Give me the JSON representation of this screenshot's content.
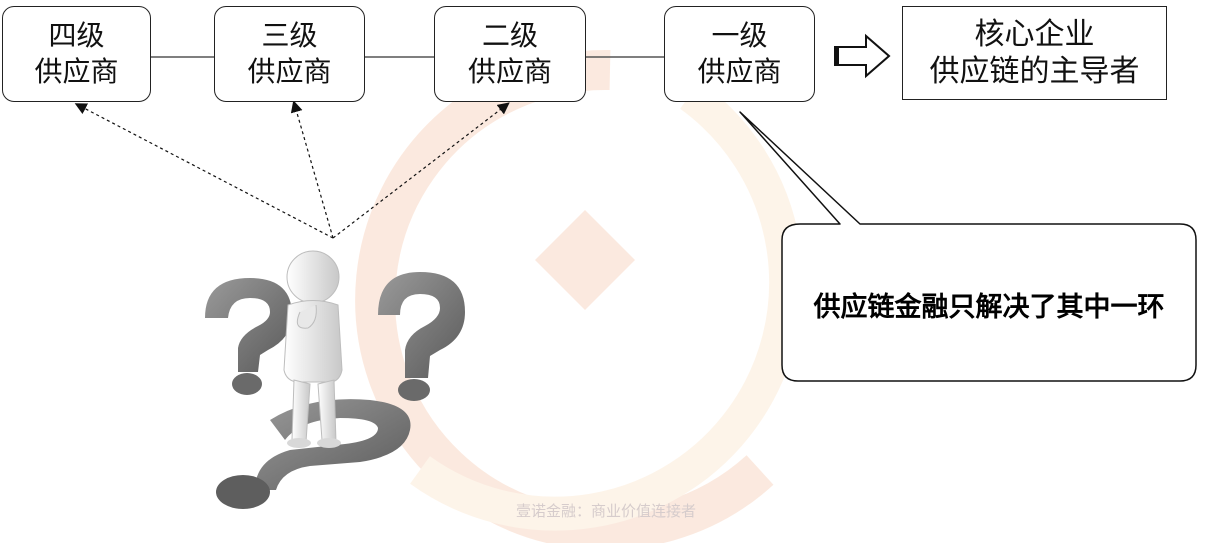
{
  "suppliers": [
    {
      "line1": "四级",
      "line2": "供应商"
    },
    {
      "line1": "三级",
      "line2": "供应商"
    },
    {
      "line1": "二级",
      "line2": "供应商"
    },
    {
      "line1": "一级",
      "line2": "供应商"
    }
  ],
  "core": {
    "line1": "核心企业",
    "line2": "供应链的主导者"
  },
  "callout": "供应链金融只解决了其中一环",
  "footer": "壹诺金融：商业价值连接者",
  "colors": {
    "watermark": "#f6c8a8",
    "figure": "#8c8c8c",
    "border": "#222222"
  }
}
